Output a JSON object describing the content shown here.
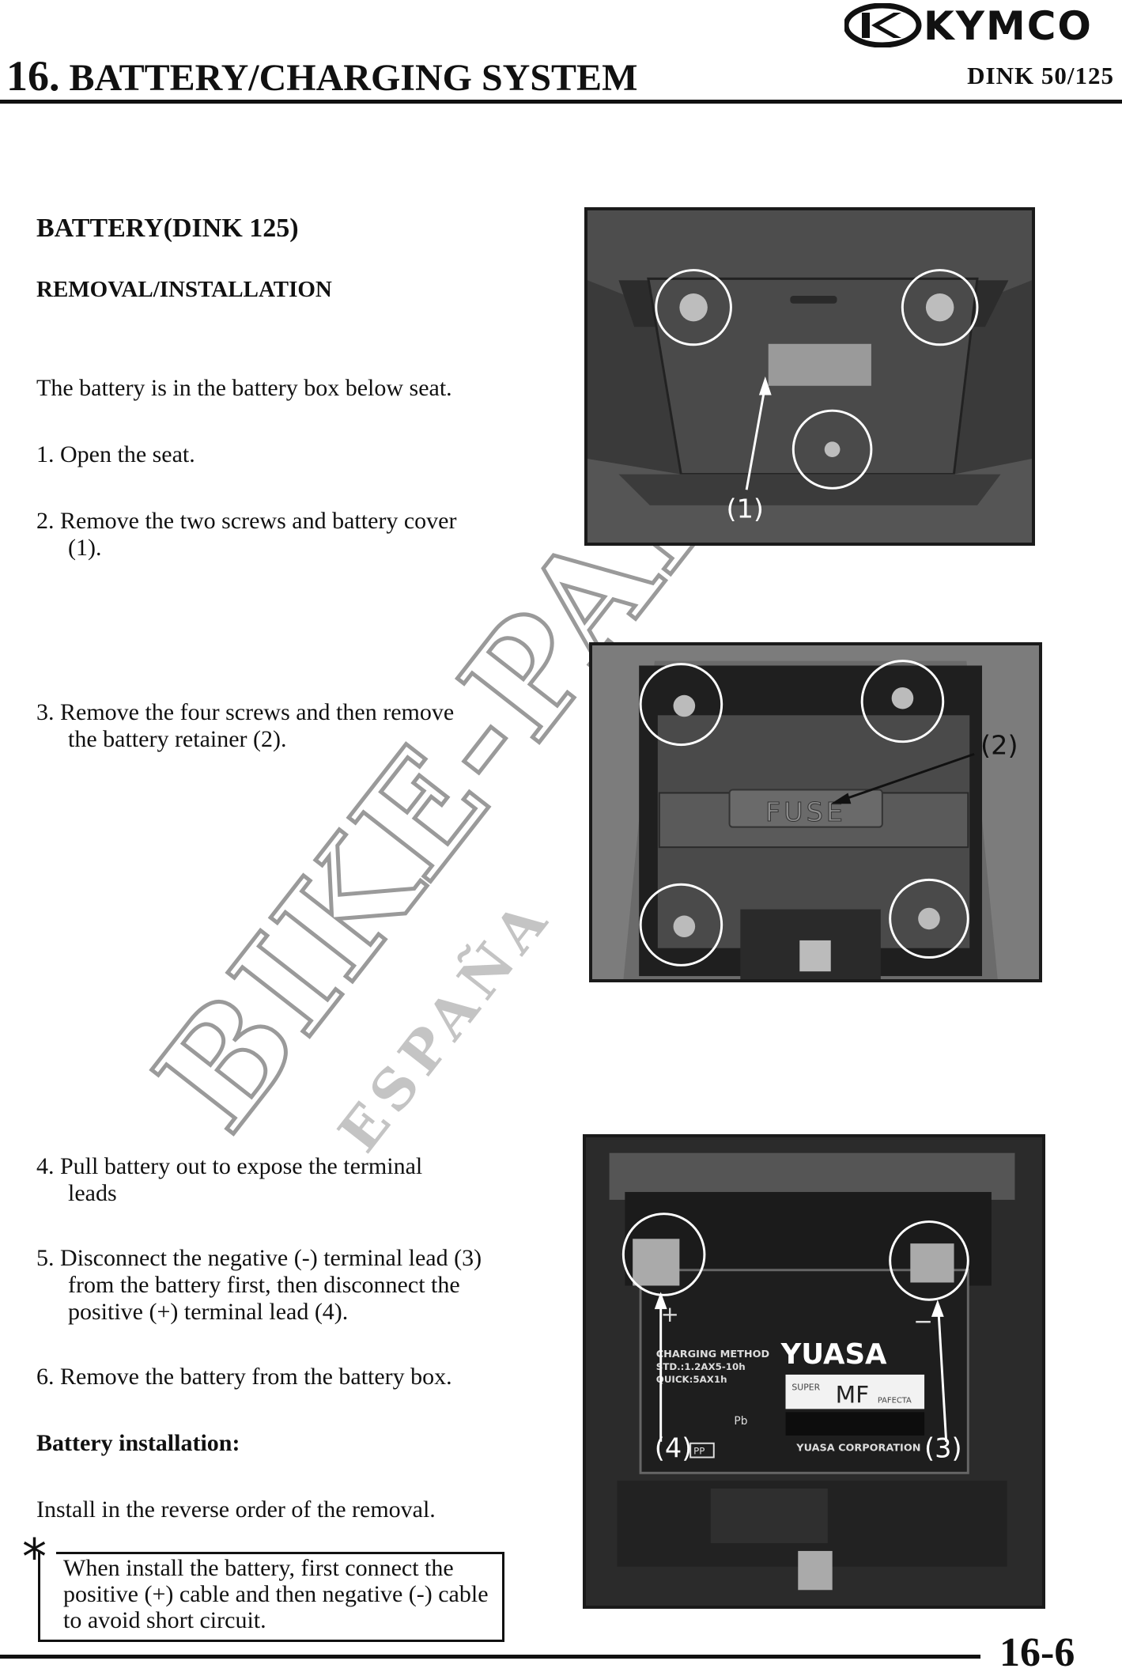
{
  "header": {
    "brand": "KYMCO",
    "chapter_number": "16.",
    "chapter_title": "BATTERY/CHARGING SYSTEM",
    "model": "DINK 50/125"
  },
  "section": {
    "heading": "BATTERY(DINK 125)",
    "subheading": "REMOVAL/INSTALLATION",
    "intro": "The battery is in the battery box below seat.",
    "steps": [
      {
        "lead": "1. Open the seat.",
        "cont": ""
      },
      {
        "lead": "2. Remove the two screws and battery cover",
        "cont": "(1)."
      },
      {
        "lead": "3. Remove the four screws and then remove",
        "cont": "the battery retainer (2)."
      },
      {
        "lead": "4. Pull battery out to expose the terminal",
        "cont": "leads"
      },
      {
        "lead": "5. Disconnect the negative (-) terminal lead (3)",
        "cont": "from the battery first, then disconnect the",
        "cont2": "positive (+) terminal lead (4)."
      },
      {
        "lead": "6. Remove the battery from the battery box.",
        "cont": ""
      }
    ],
    "installation_heading": "Battery installation:",
    "installation_text": "Install in the reverse order of the removal.",
    "note_symbol": "*",
    "note": "When install the battery, first connect the positive (+) cable and then negative (-) cable to avoid short circuit."
  },
  "figures": [
    {
      "callouts": [
        "(1)"
      ]
    },
    {
      "callouts": [
        "(2)"
      ],
      "labels": [
        "FUSE"
      ]
    },
    {
      "callouts": [
        "(4)",
        "(3)"
      ],
      "labels": [
        "YUASA",
        "MF",
        "SUPER",
        "PAFECTA",
        "CHARGING METHOD",
        "STD.:1.2AX5-10h",
        "QUICK:5AX1h",
        "Pb",
        "YUASA CORPORATION",
        "PP",
        "+",
        "−"
      ]
    }
  ],
  "watermark": {
    "line1": "BIKE-PARTS",
    "line2": "ESPAÑA"
  },
  "footer": {
    "page": "16-6"
  }
}
